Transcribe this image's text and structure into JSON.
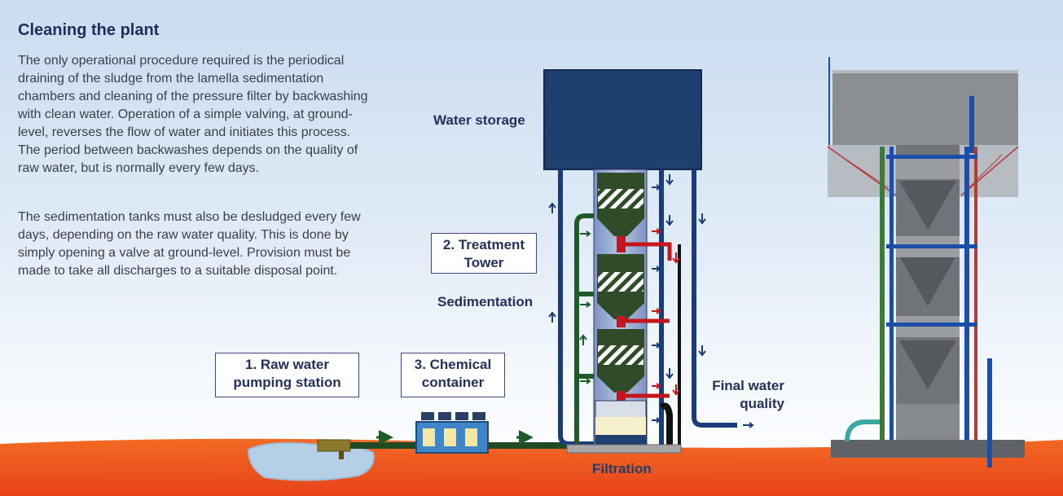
{
  "heading": "Cleaning the plant",
  "paragraphs": [
    "The only operational procedure required is the periodical draining of the sludge from the lamella sedimentation chambers and cleaning of the pressure filter by backwashing with clean water. Operation of a simple valving, at ground-level, reverses the flow of water and initiates this process. The period between backwashes depends on the quality of raw water, but is normally every few days.",
    "The sedimentation tanks must also be desludged every few days, depending on the raw water quality. This is done by simply opening a valve at ground-level. Provision must be made to take all discharges to a suitable disposal point."
  ],
  "labels": {
    "water_storage": "Water storage",
    "treatment_tower_line1": "2. Treatment",
    "treatment_tower_line2": "Tower",
    "sedimentation": "Sedimentation",
    "raw_water_line1": "1. Raw water",
    "raw_water_line2": "pumping station",
    "chemical_line1": "3. Chemical",
    "chemical_line2": "container",
    "final_water_line1": "Final water",
    "final_water_line2": "quality",
    "filtration": "Filtration"
  },
  "colors": {
    "tank_blue": "#1f3f6e",
    "pipe_blue": "#1a3d7a",
    "pipe_green": "#1f5a2a",
    "pipe_red": "#c4161c",
    "sludge_green": "#2f4b27",
    "ground_orange": "#f0521c",
    "pond_blue": "#b5cfe6"
  }
}
